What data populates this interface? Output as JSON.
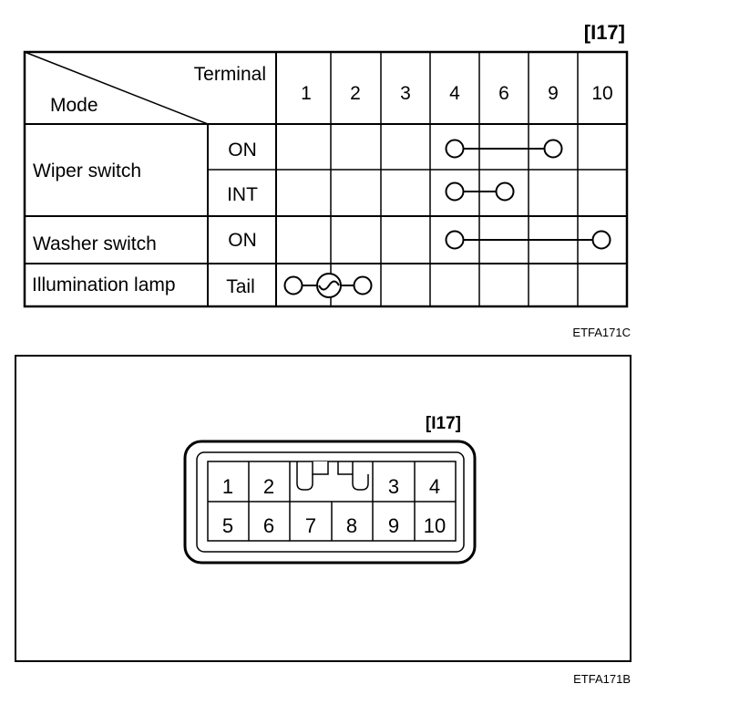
{
  "top": {
    "connector_id": "[I17]",
    "header_terminal": "Terminal",
    "header_mode": "Mode",
    "terminals": [
      "1",
      "2",
      "3",
      "4",
      "6",
      "9",
      "10"
    ],
    "rows": [
      {
        "group": "Wiper switch",
        "mode": "ON"
      },
      {
        "group": "",
        "mode": "INT"
      },
      {
        "group": "Washer switch",
        "mode": "ON"
      },
      {
        "group": "Illumination lamp",
        "mode": "Tail"
      }
    ],
    "figure_code": "ETFA171C"
  },
  "bottom": {
    "connector_id": "[I17]",
    "pins_row1": [
      "1",
      "2",
      "",
      "",
      "3",
      "4"
    ],
    "pins_row2": [
      "5",
      "6",
      "7",
      "8",
      "9",
      "10"
    ],
    "figure_code": "ETFA171B"
  }
}
